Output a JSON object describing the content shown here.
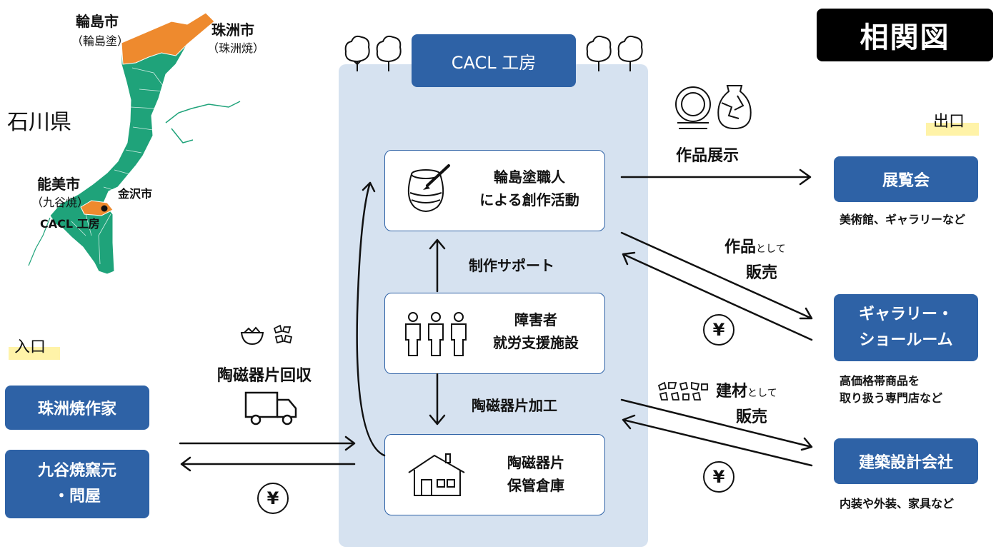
{
  "title": "相関図",
  "map": {
    "prefecture": "石川県",
    "wajima_city": "輪島市",
    "wajima_craft": "（輪島塗）",
    "suzu_city": "珠洲市",
    "suzu_craft": "（珠洲焼）",
    "nomi_city": "能美市",
    "nomi_craft": "（九谷焼）",
    "kanazawa": "金沢市",
    "cacl": "CACL 工房",
    "colors": {
      "land": "#1fa37a",
      "highlight": "#ee8a2e"
    }
  },
  "entrance": {
    "label": "入口",
    "sources": [
      "珠洲焼作家",
      "九谷焼窯元\n・問屋"
    ]
  },
  "collection": {
    "label": "陶磁器片回収",
    "payment": "¥"
  },
  "workshop": {
    "title": "CACL 工房",
    "creation": {
      "line1": "輪島塗職人",
      "line2": "による創作活動"
    },
    "support_label": "制作サポート",
    "facility": {
      "line1": "障害者",
      "line2": "就労支援施設"
    },
    "process_label": "陶磁器片加工",
    "storage": {
      "line1": "陶磁器片",
      "line2": "保管倉庫"
    }
  },
  "flows": {
    "exhibit": "作品展示",
    "artwork_sale": {
      "prefix": "作品",
      "suffix": "として",
      "line2": "販売"
    },
    "material_sale": {
      "prefix": "建材",
      "suffix": "として",
      "line2": "販売"
    },
    "yen": "¥"
  },
  "exit": {
    "label": "出口",
    "destinations": [
      {
        "name": "展覧会",
        "note": "美術館、ギャラリーなど"
      },
      {
        "name": "ギャラリー・\nショールーム",
        "note": "高価格帯商品を\n取り扱う専門店など"
      },
      {
        "name": "建築設計会社",
        "note": "内装や外装、家具など"
      }
    ]
  },
  "colors": {
    "accent": "#2e62a6",
    "panel": "#d6e2f0",
    "label_highlight": "#fff3a8"
  }
}
